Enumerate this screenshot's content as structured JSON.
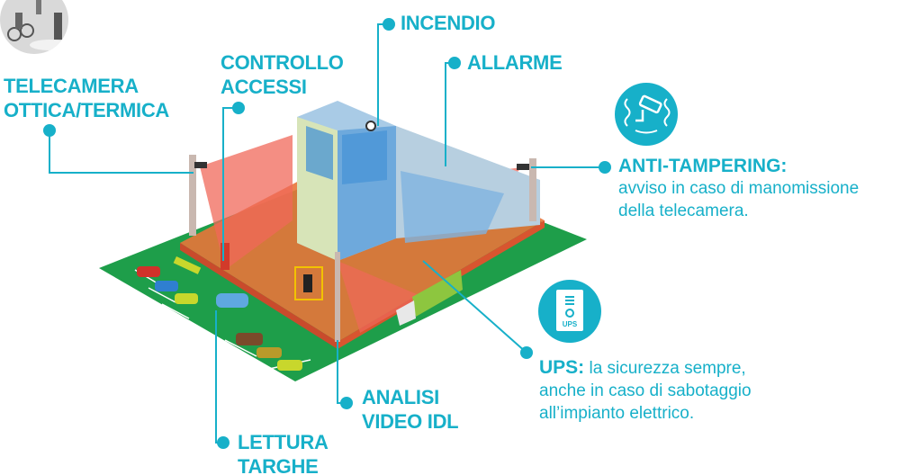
{
  "colors": {
    "accent": "#17b0c9",
    "ground": "#1e9e4a",
    "zone": "#e8533a",
    "cone": "#f0685a"
  },
  "labels": {
    "telecamera": [
      "TELECAMERA",
      "OTTICA/TERMICA"
    ],
    "controllo": [
      "CONTROLLO",
      "ACCESSI"
    ],
    "incendio": "INCENDIO",
    "allarme": "ALLARME",
    "analisi": [
      "ANALISI",
      "VIDEO IDL"
    ],
    "lettura": [
      "LETTURA",
      "TARGHE"
    ]
  },
  "anti_tampering": {
    "title": "ANTI-TAMPERING:",
    "lines": [
      "avviso in caso di manomissione",
      "della telecamera."
    ],
    "icon": "shaking-camera-icon"
  },
  "ups": {
    "title": "UPS:",
    "lines": [
      "la sicurezza sempre,",
      "anche in caso di sabotaggio",
      "all’impianto elettrico."
    ],
    "icon_text": "UPS",
    "icon": "ups-battery-icon"
  }
}
